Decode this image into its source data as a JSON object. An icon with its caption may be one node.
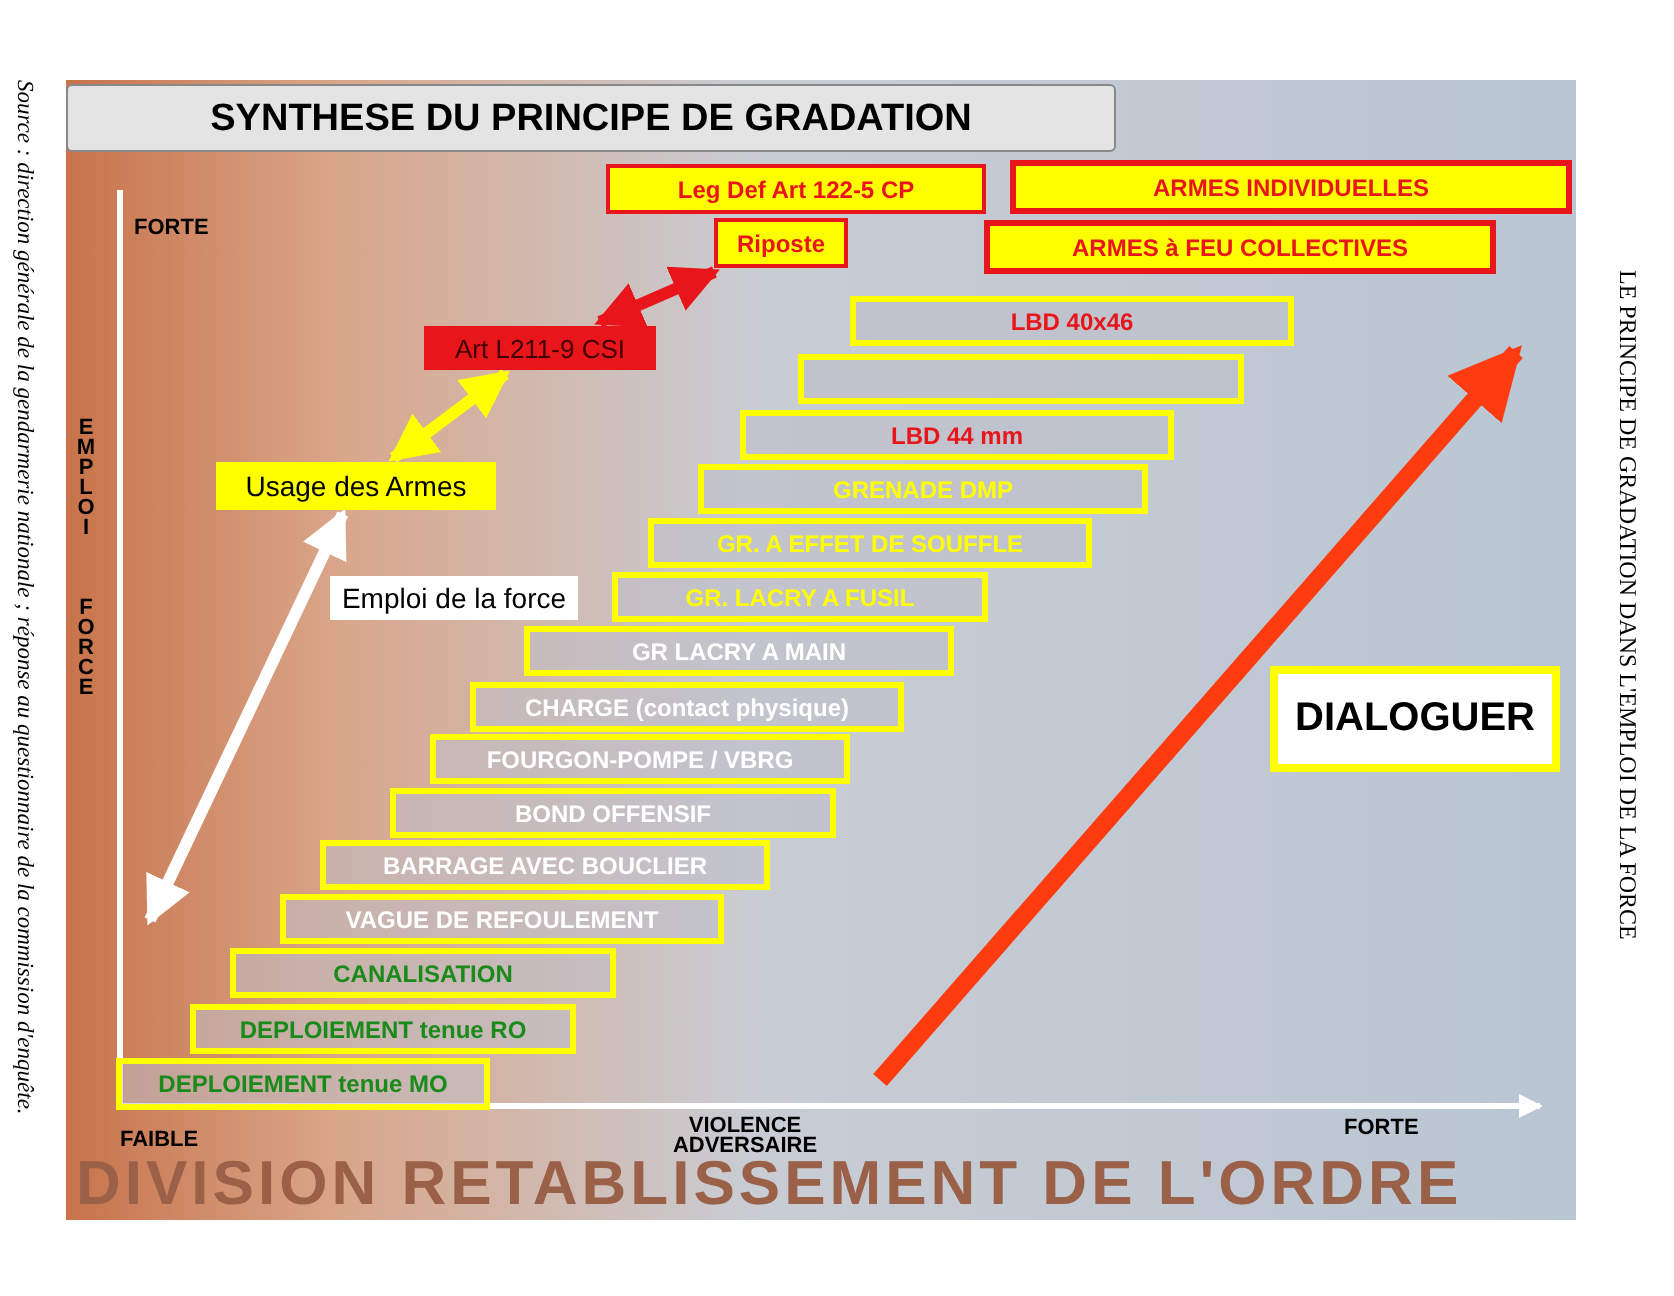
{
  "diagram": {
    "title": "SYNTHESE DU PRINCIPE DE GRADATION",
    "nodes": [
      {
        "text": [
          "Leg Def Art 122-5 CP"
        ]
      },
      {
        "text": [
          "ARMES INDIVIDUELLES"
        ]
      },
      {
        "text": [
          "Riposte"
        ]
      },
      {
        "text": [
          "ARMES à FEU COLLECTIVES"
        ]
      },
      {
        "text": [
          "Art L211-9 CSI"
        ]
      },
      {
        "text": [
          "LBD 40x46"
        ]
      },
      {
        "text": [],
        "shape": "box"
      },
      {
        "text": [
          "LBD 44 mm"
        ]
      },
      {
        "text": [
          "Usage des Armes"
        ]
      },
      {
        "text": [
          "GRENADE DMP"
        ]
      },
      {
        "text": [
          "GR. A EFFET DE SOUFFLE"
        ]
      },
      {
        "text": [
          "GR. LACRY A FUSIL"
        ]
      },
      {
        "text": [
          "GR LACRY A MAIN"
        ]
      },
      {
        "text": [
          "Emploi de la force"
        ]
      },
      {
        "text": [
          "CHARGE (contact physique)"
        ]
      },
      {
        "text": [
          "DIALOGUER"
        ]
      },
      {
        "text": [
          "FOURGON-POMPE / VBRG"
        ]
      },
      {
        "text": [
          "BOND OFFENSIF"
        ]
      },
      {
        "text": [
          "BARRAGE AVEC BOUCLIER"
        ]
      },
      {
        "text": [
          "VAGUE DE REFOULEMENT"
        ]
      },
      {
        "text": [
          "CANALISATION"
        ]
      },
      {
        "text": [
          "DEPLOIEMENT tenue RO"
        ]
      },
      {
        "text": [
          "DEPLOIEMENT tenue MO"
        ]
      }
    ],
    "edges": [
      {
        "from": 4,
        "to": 2,
        "arrow": "both"
      },
      {
        "from": 8,
        "to": 4,
        "arrow": "both",
        "color": "#ffff00"
      },
      {
        "from": null,
        "to": 8,
        "arrow": "both",
        "color": "#ffffff"
      }
    ],
    "labels": [
      "Source : direction générale de la gendarmerie nationale ; réponse au questionnaire de la commission d'enquête.",
      "LE PRINCIPE DE GRADATION DANS L'EMPLOI DE LA FORCE",
      "FORTE",
      "EMPLOI",
      "FORCE",
      "FAIBLE",
      "VIOLENCE ADVERSAIRE",
      "FORTE",
      "DIVISION RETABLISSEMENT DE L'ORDRE"
    ]
  }
}
